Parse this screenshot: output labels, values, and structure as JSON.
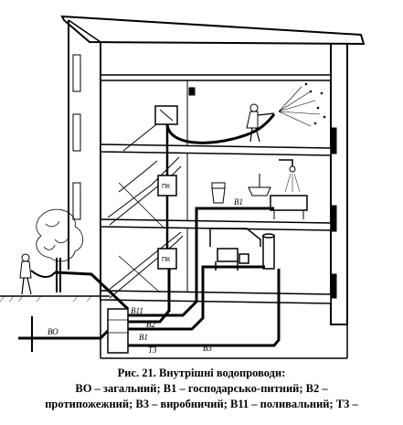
{
  "figure": {
    "box_labels": {
      "pk_upper": "ПК",
      "pk_lower": "ПК"
    },
    "pipe_labels": {
      "v1": "В1",
      "v11": "В11",
      "v2": "В2",
      "v1_lower": "В1",
      "t3": "Т3",
      "v3": "В3",
      "vo": "ВО"
    }
  },
  "caption": {
    "line1": "Рис. 21. Внутрішні  водопроводи:",
    "line2": "ВО – загальний; В1 – господарсько-питний; В2 –",
    "line3": "протипожежний; В3 – виробничий; В11 – поливальний; Т3 –"
  }
}
